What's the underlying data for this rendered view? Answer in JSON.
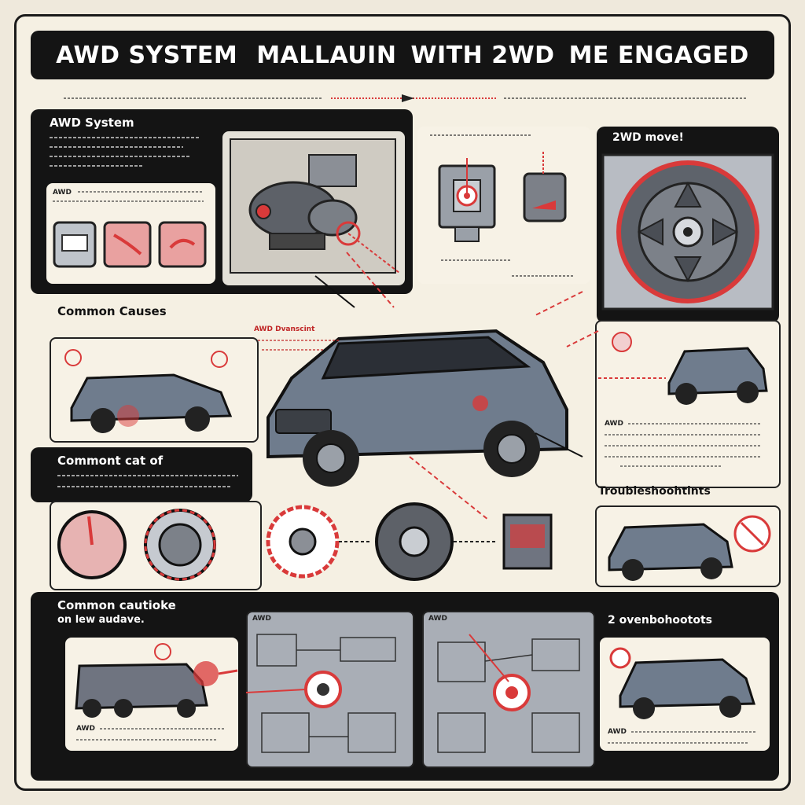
{
  "title": {
    "part1": "AWD SYSTEM",
    "part2": "MALLAUIN",
    "part3": "WITH 2WD",
    "part4": "ME ENGAGED"
  },
  "sections": {
    "awd_system": "AWD System",
    "awd_move": "2WD move!",
    "common_causes": "Common Causes",
    "common_cat": "Commont cat of",
    "troubleshooting": "Troubleshoohtints",
    "common_cautioke": "Common cautioke",
    "on_lew_audave": "on lew audave.",
    "overhohootots": "2 ovenbohootots"
  },
  "labels": {
    "awd": "AWD",
    "red_note": "AWD Dvanscint"
  },
  "colors": {
    "accent_red": "#d93a3a",
    "panel_black": "#141414",
    "car_gray": "#6f7c8d",
    "paper": "#f5f0e3"
  }
}
